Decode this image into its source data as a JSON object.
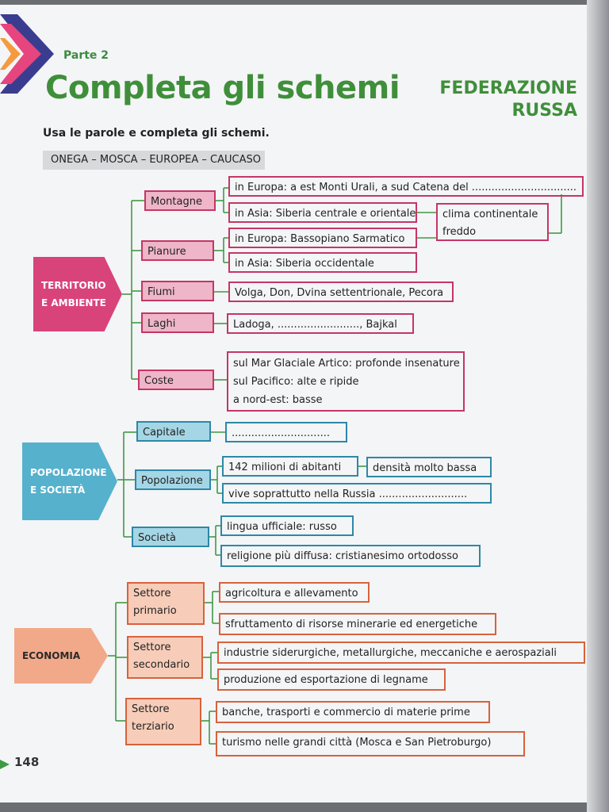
{
  "header": {
    "part": "Parte 2",
    "title": "Completa gli schemi",
    "country_line1": "FEDERAZIONE",
    "country_line2": "RUSSA",
    "instruction": "Usa le parole e completa gli schemi.",
    "word_bank": "ONEGA – MOSCA – EUROPEA – CAUCASO"
  },
  "territorio": {
    "category_line1": "TERRITORIO",
    "category_line2": "E AMBIENTE",
    "montagne": {
      "label": "Montagne",
      "europa": "in Europa: a est Monti Urali, a sud Catena del ................................",
      "asia": "in Asia: Siberia centrale e orientale"
    },
    "clima_line1": "clima continentale",
    "clima_line2": "freddo",
    "pianure": {
      "label": "Pianure",
      "europa": "in Europa: Bassopiano Sarmatico",
      "asia": "in Asia: Siberia occidentale"
    },
    "fiumi": {
      "label": "Fiumi",
      "value": "Volga, Don, Dvina settentrionale, Pecora"
    },
    "laghi": {
      "label": "Laghi",
      "value": "Ladoga, ........................., Bajkal"
    },
    "coste": {
      "label": "Coste",
      "line1": "sul Mar Glaciale Artico: profonde insenature",
      "line2": "sul Pacifico: alte e ripide",
      "line3": "a nord-est: basse"
    }
  },
  "popolazione": {
    "category_line1": "POPOLAZIONE",
    "category_line2": "E SOCIETÀ",
    "capitale": {
      "label": "Capitale",
      "value": ".............................."
    },
    "popolazione": {
      "label": "Popolazione",
      "abitanti": "142 milioni di abitanti",
      "densita": "densità molto bassa",
      "russia": "vive soprattutto nella Russia ..........................."
    },
    "societa": {
      "label": "Società",
      "lingua": "lingua ufficiale: russo",
      "religione": "religione più diffusa: cristianesimo ortodosso"
    }
  },
  "economia": {
    "category": "ECONOMIA",
    "primario": {
      "label_line1": "Settore",
      "label_line2": "primario",
      "item1": "agricoltura e allevamento",
      "item2": "sfruttamento di risorse minerarie ed energetiche"
    },
    "secondario": {
      "label_line1": "Settore",
      "label_line2": "secondario",
      "item1": "industrie siderurgiche, metallurgiche, meccaniche e aerospaziali",
      "item2": "produzione ed esportazione di legname"
    },
    "terziario": {
      "label_line1": "Settore",
      "label_line2": "terziario",
      "item1": "banche, trasporti e commercio di materie prime",
      "item2": "turismo nelle grandi città (Mosca e San Pietroburgo)"
    }
  },
  "footer": {
    "page_number": "148"
  },
  "colors": {
    "green_title": "#3f8f3a",
    "territorio": "#d8437a",
    "popolazione": "#56b1cd",
    "economia": "#f1a98a"
  }
}
